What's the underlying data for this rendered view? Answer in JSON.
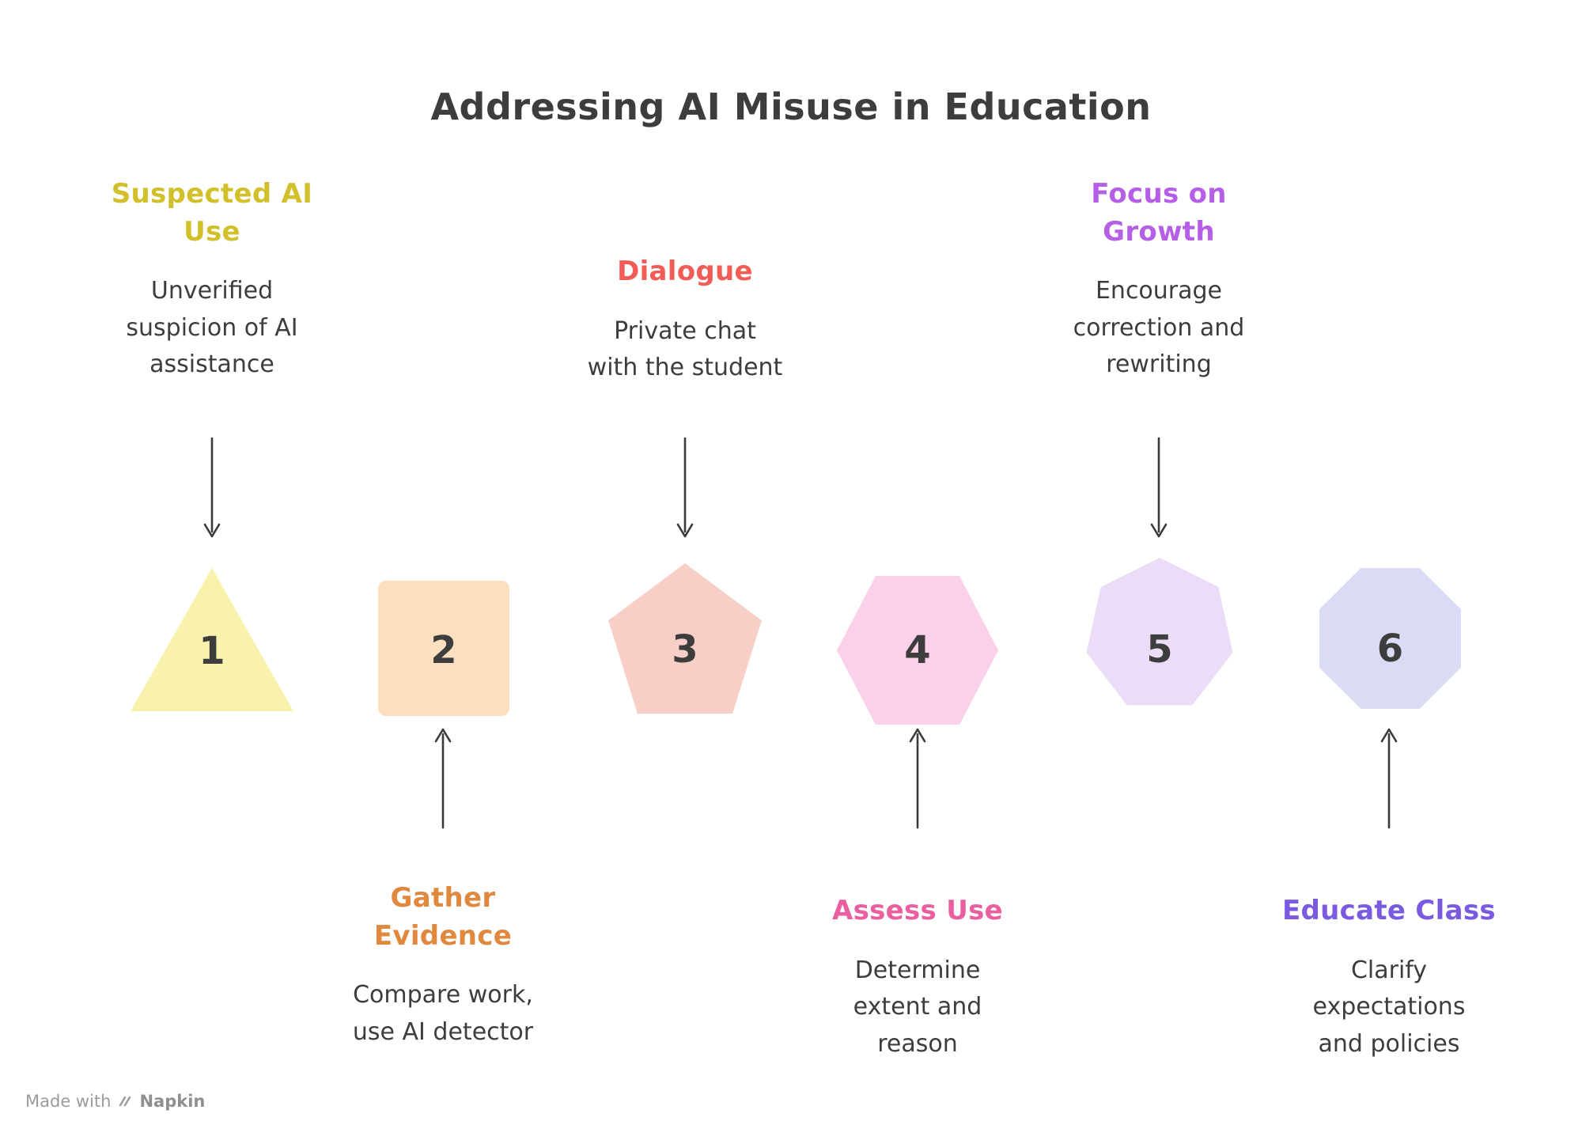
{
  "title": "Addressing AI Misuse in Education",
  "colors": {
    "text": "#3d3d3d",
    "arrow": "#3a3a3a",
    "watermark": "#9b9b9b"
  },
  "watermark": {
    "made_with": "Made with",
    "brand": "Napkin"
  },
  "steps": [
    {
      "number": "1",
      "heading": "Suspected AI\nUse",
      "body": "Unverified\nsuspicion of AI\nassistance",
      "shape": "triangle",
      "heading_color": "#d2c02b",
      "fill": "#f9f2ad"
    },
    {
      "number": "2",
      "heading": "Gather\nEvidence",
      "body": "Compare work,\nuse AI detector",
      "shape": "square",
      "heading_color": "#e0883e",
      "fill": "#fbdfbf"
    },
    {
      "number": "3",
      "heading": "Dialogue",
      "body": "Private chat\nwith the student",
      "shape": "pentagon",
      "heading_color": "#f15c57",
      "fill": "#f8cfc7"
    },
    {
      "number": "4",
      "heading": "Assess Use",
      "body": "Determine\nextent and\nreason",
      "shape": "hexagon",
      "heading_color": "#e95f9f",
      "fill": "#fad1e8"
    },
    {
      "number": "5",
      "heading": "Focus on\nGrowth",
      "body": "Encourage\ncorrection and\nrewriting",
      "shape": "heptagon",
      "heading_color": "#b55ee6",
      "fill": "#ebdcf7"
    },
    {
      "number": "6",
      "heading": "Educate Class",
      "body": "Clarify\nexpectations\nand policies",
      "shape": "octagon",
      "heading_color": "#7a5be0",
      "fill": "#dadbf4"
    }
  ]
}
